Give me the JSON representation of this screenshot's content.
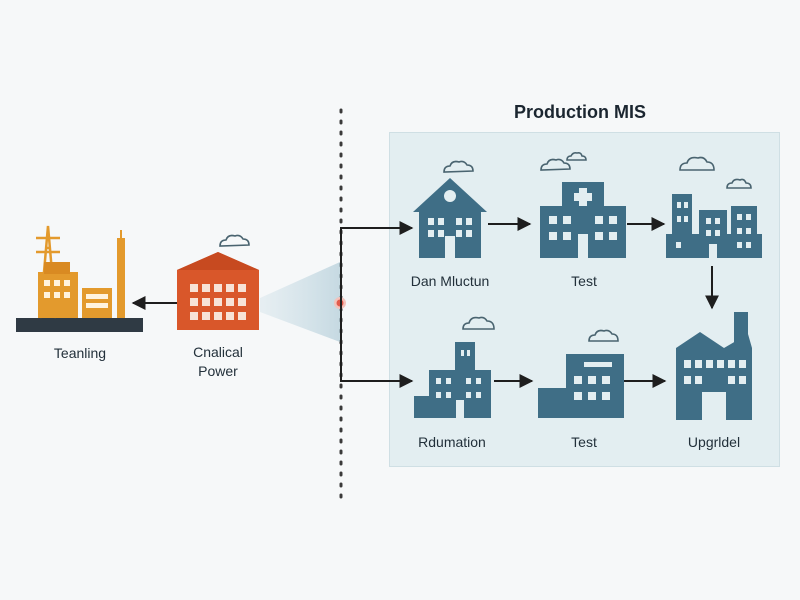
{
  "diagram": {
    "title": "Production MIS",
    "left_nodes": {
      "teanling": "Teanling",
      "chemical_line1": "Cnalical",
      "chemical_line2": "Power"
    },
    "panel_nodes": {
      "top_1": "Dan Mluctun",
      "top_2": "Test",
      "bottom_1": "Rdumation",
      "bottom_2": "Test",
      "bottom_3": "Upgrldel"
    },
    "colors": {
      "background": "#f6f8f9",
      "panel": "#e3eef1",
      "building_blue": "#3f6e86",
      "factory_orange": "#d9572a",
      "industrial_amber": "#e39a2d",
      "hub_red": "#e25b4c"
    }
  }
}
